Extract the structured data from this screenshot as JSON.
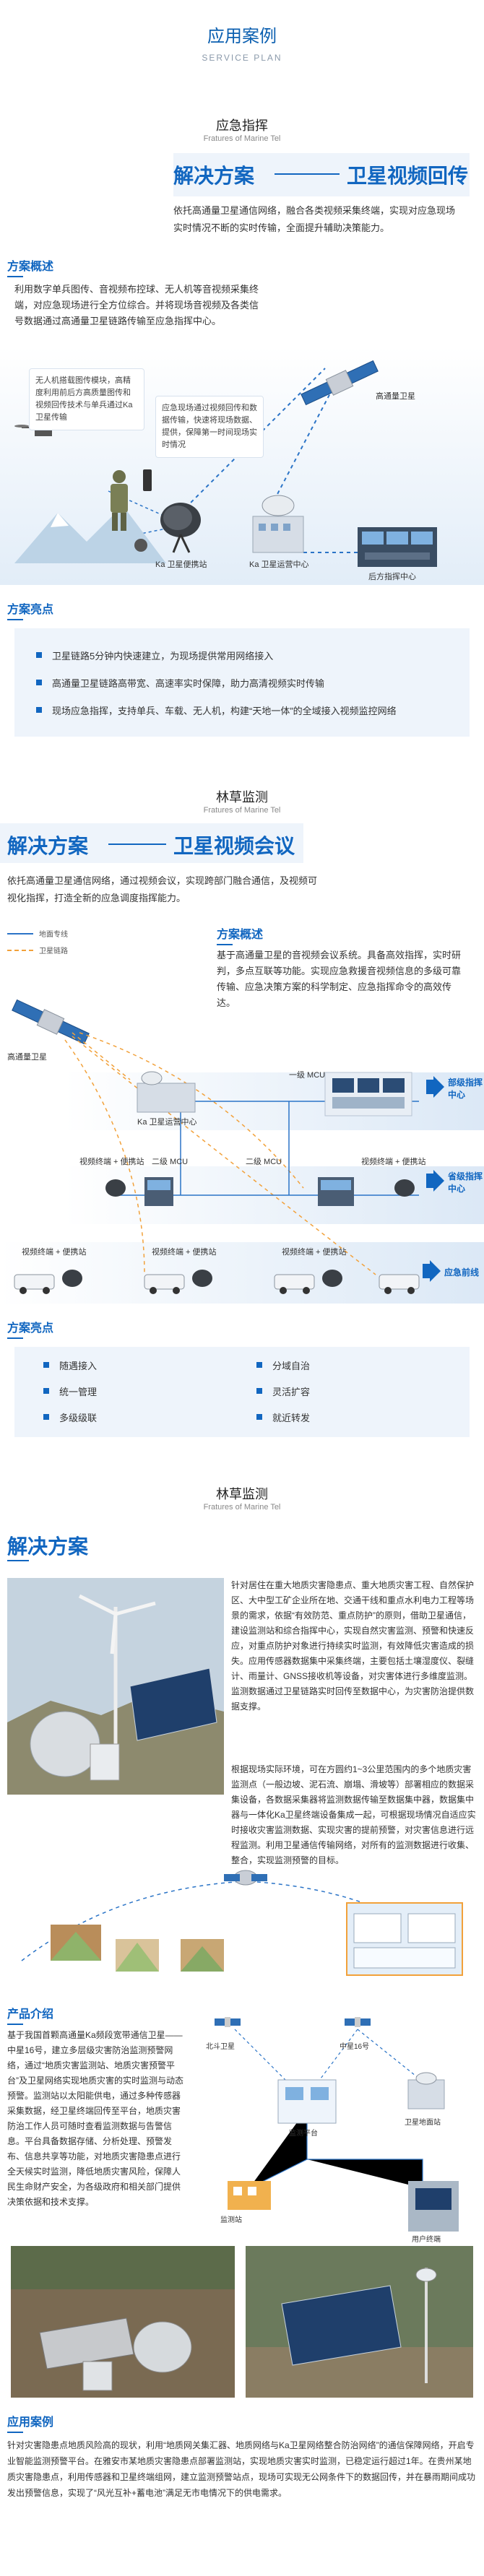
{
  "header": {
    "title": "应用案例",
    "subtitle": "SERVICE PLAN"
  },
  "s1": {
    "title": "应急指挥",
    "subtitle": "Fratures of Marine Tel",
    "solution_label": "解决方案",
    "solution_name": "卫星视频回传",
    "intro": "依托高通量卫星通信网络，融合各类视频采集终端，实现对应急现场实时情况不断的实时传输，全面提升辅助决策能力。",
    "overview_title": "方案概述",
    "overview_text": "利用数字单兵图传、音视频布控球、无人机等音视频采集终端，对应急现场进行全方位综合。并将现场音视频及各类信号数据通过高通量卫星链路传输至应急指挥中心。",
    "callout1": "无人机搭载图传模块，高精度利用前后方高质量图传和视频回传技术与单兵通过Ka卫星传输",
    "callout2": "应急现场通过视频回传和数据传输，快速将现场数据、提供，保障第一时间现场实时情况",
    "labels": {
      "satellite": "高通量卫星",
      "ka_portable": "Ka 卫星便携站",
      "ka_center": "Ka 卫星运营中心",
      "rear_center": "后方指挥中心"
    },
    "highlights_title": "方案亮点",
    "highlights": [
      "卫星链路5分钟内快速建立，为现场提供常用网络接入",
      "高通量卫星链路高带宽、高速率实时保障，助力高清视频实时传输",
      "现场应急指挥，支持单兵、车载、无人机，构建“天地一体”的全域接入视频监控网络"
    ]
  },
  "s2": {
    "title": "林草监测",
    "subtitle": "Fratures of Marine Tel",
    "solution_label": "解决方案",
    "solution_name": "卫星视频会议",
    "intro": "依托高通量卫星通信网络，通过视频会议，实现跨部门融合通信，及视频可视化指挥，打造全新的应急调度指挥能力。",
    "overview_title": "方案概述",
    "legend": [
      "地面专线",
      "卫星链路"
    ],
    "overview_text": "基于高通量卫星的音视频会议系统。具备高效指挥，实时研判，多点互联等功能。实现应急救援音视频信息的多级可靠传输、应急决策方案的科学制定、应急指挥命令的高效传达。",
    "labels": {
      "satellite": "高通量卫星",
      "mcu1": "一级 MCU",
      "ka_center": "Ka 卫星运营中心",
      "dept_center": "部级指挥中心",
      "terminal": "视频终端 + 便携站",
      "mcu2": "二级 MCU",
      "mcu3": "二级 MCU",
      "prov_center": "省级指挥中心",
      "front": "应急前线"
    },
    "highlights_title": "方案亮点",
    "highlights": [
      "随遇接入",
      "统一管理",
      "多级级联",
      "分域自治",
      "灵活扩容",
      "就近转发"
    ]
  },
  "s3": {
    "title": "林草监测",
    "subtitle": "Fratures of Marine Tel",
    "solution_label": "解决方案",
    "text1": "针对居住在重大地质灾害隐患点、重大地质灾害工程、自然保护区、大中型工矿企业所在地、交通干线和重点水利电力工程等场景的需求，依据“有效防范、重点防护”的原则，借助卫星通信，建设监测站和综合指挥中心，实现自然灾害监测、预警和快速反应，对重点防护对象进行持续实时监测，有效降低灾害造成的损失。应用传感器数据集中采集终端，主要包括土壤湿度仪、裂缝计、雨量计、GNSS接收机等设备，对灾害体进行多维度监测。监测数据通过卫星链路实时回传至数据中心，为灾害防治提供数据支撑。",
    "text2": "根据现场实际环境，可在方圆约1~3公里范围内的多个地质灾害监测点（一般边坡、泥石流、崩塌、滑坡等）部署相应的数据采集设备，各数据采集器将监测数据传输至数据集中器，数据集中器与一体化Ka卫星终端设备集成一起，可根据现场情况自适应实时接收灾害监测数据、实现灾害的提前预警，对灾害信息进行远程监测。利用卫星通信传输网络，对所有的监测数据进行收集、整合，实现监测预警的目标。",
    "product_title": "产品介绍",
    "product_text": "基于我国首颗高通量Ka频段宽带通信卫星——中星16号，建立多层级灾害防治监测预警网络，通过“地质灾害监测站、地质灾害预警平台”及卫星网络实现地质灾害的实时监测与动态预警。监测站以太阳能供电，通过多种传感器采集数据，经卫星终端回传至平台，地质灾害防治工作人员可随时查看监测数据与告警信息。平台具备数据存储、分析处理、预警发布、信息共享等功能，对地质灾害隐患点进行全天候实时监测，降低地质灾害风险，保障人民生命财产安全，为各级政府和相关部门提供决策依据和技术支撑。",
    "diagram_labels": [
      "北斗卫星",
      "监测站",
      "中星16号",
      "监测平台",
      "卫星地面站",
      "用户终端"
    ],
    "case_title": "应用案例",
    "case_text": "针对灾害隐患点地质风险高的现状，利用“地质网关集汇器、地质网络与Ka卫星网络整合防治网络”的通信保障网络，开启专业智能监测预警平台。在雅安市某地质灾害隐患点部署监测站，实现地质灾害实时监测，已稳定运行超过1年。在贵州某地质灾害隐患点，利用传感器和卫星终端组网，建立监测预警站点，现场可实现无公网条件下的数据回传，并在暴雨期间成功发出预警信息，实现了“风光互补+蓄电池”满足无市电情况下的供电需求。"
  }
}
